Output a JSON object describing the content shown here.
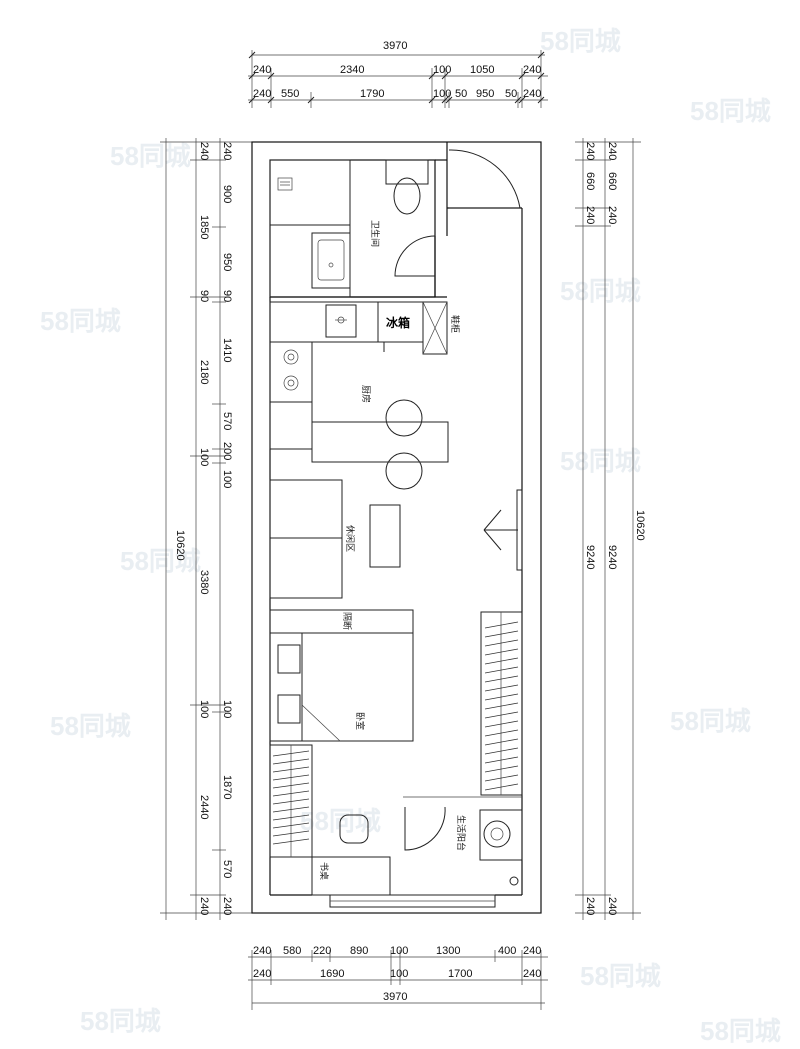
{
  "watermark": "58同城",
  "top_dimensions": {
    "total": "3970",
    "row1": [
      "240",
      "2340",
      "100",
      "1050",
      "240"
    ],
    "row2": [
      "240",
      "550",
      "1790",
      "100",
      "50",
      "950",
      "50",
      "240"
    ]
  },
  "bottom_dimensions": {
    "total": "3970",
    "row1": [
      "240",
      "580",
      "220",
      "890",
      "100",
      "1300",
      "400",
      "240"
    ],
    "row2": [
      "240",
      "1690",
      "100",
      "1700",
      "240"
    ]
  },
  "left_dimensions": {
    "total": "10620",
    "outer": [
      "1850",
      "2180",
      "3380",
      "2440"
    ],
    "inner": [
      "240",
      "900",
      "950",
      "90",
      "1410",
      "570",
      "200",
      "100",
      "100",
      "1870",
      "570",
      "240"
    ],
    "outer_small": [
      "240",
      "90",
      "100",
      "100",
      "240"
    ]
  },
  "right_dimensions": {
    "total": "10620",
    "inner": [
      "240",
      "660",
      "240",
      "9240",
      "240"
    ],
    "outer": [
      "240",
      "660",
      "240",
      "9240",
      "240"
    ]
  },
  "rooms": {
    "bathroom": "卫生间",
    "kitchen": "厨房",
    "living": "休闲区",
    "bedroom": "卧室",
    "balcony": "生活阳台",
    "desk": "书桌",
    "shoe_cabinet": "鞋柜",
    "partition": "隔断",
    "fridge": "冰箱"
  }
}
